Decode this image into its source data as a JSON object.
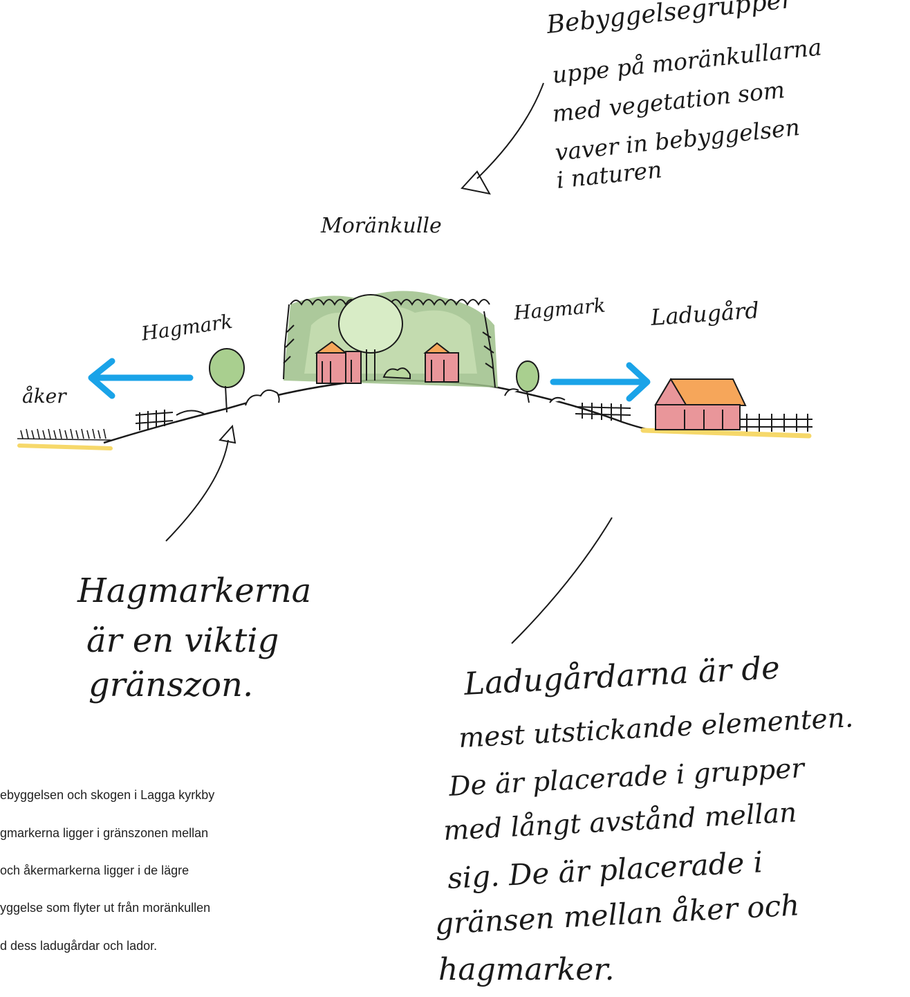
{
  "colors": {
    "ink": "#1a1a1a",
    "arrow_blue": "#1aa3e8",
    "field_yellow": "#f6d86a",
    "house_red": "#e9969a",
    "roof_orange": "#f6a65a",
    "forest_dark": "#7ea86c",
    "forest_light": "#c9e0b4"
  },
  "labels": {
    "bebyggelse_note": [
      "Bebyggelsegrupper",
      "uppe på moränkullarna",
      "med vegetation som",
      "vaver in bebyggelsen",
      "i naturen"
    ],
    "moranhulle": "Moränkulle",
    "hagmark_left": "Hagmark",
    "hagmark_right": "Hagmark",
    "ladugard": "Ladugård",
    "aker": "åker",
    "hagmarkerna_note": [
      "Hagmarkerna",
      "är en viktig",
      "gränszon."
    ],
    "ladugardarna_note": [
      "Ladugårdarna är de",
      "mest utstickande elementen.",
      "De är placerade i grupper",
      "med långt avstånd mellan",
      "sig. De är placerade i",
      "gränsen mellan åker och",
      "hagmarker."
    ]
  },
  "paragraph": [
    "ebyggelsen och skogen i Lagga kyrkby",
    "gmarkerna ligger i gränszonen mellan",
    "och åkermarkerna ligger i de lägre",
    "yggelse som flyter ut från moränkullen",
    "d dess ladugårdar och lador."
  ]
}
